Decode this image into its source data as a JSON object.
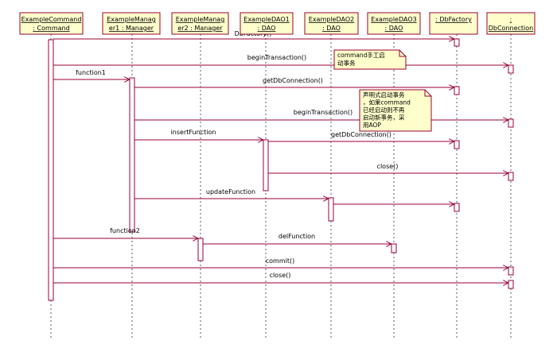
{
  "diagram": {
    "type": "UML sequence diagram",
    "line_color": "#990033",
    "box_fill": "#ffffcc",
    "participants": [
      {
        "id": "cmd",
        "line1": "ExampleCommand",
        "line2": ": Command"
      },
      {
        "id": "mgr1",
        "line1": "ExampleManag",
        "line2": "er1 : Manager"
      },
      {
        "id": "mgr2",
        "line1": "ExampleManag",
        "line2": "er2 : Manager"
      },
      {
        "id": "dao1",
        "line1": "ExampleDAO1",
        "line2": ": DAO"
      },
      {
        "id": "dao2",
        "line1": "ExampleDAO2",
        "line2": ": DAO"
      },
      {
        "id": "dao3",
        "line1": "ExampleDAO3",
        "line2": ": DAO"
      },
      {
        "id": "factory",
        "line1": ": DbFactory",
        "line2": ""
      },
      {
        "id": "conn",
        "line1": ":",
        "line2": "DbConnection"
      }
    ],
    "messages": [
      {
        "from": "cmd",
        "to": "factory",
        "label": "DbFactory()"
      },
      {
        "from": "cmd",
        "to": "conn",
        "label": "beginTransaction()"
      },
      {
        "from": "cmd",
        "to": "mgr1",
        "label": "function1"
      },
      {
        "from": "mgr1",
        "to": "factory",
        "label": "getDbConnection()"
      },
      {
        "from": "mgr1",
        "to": "conn",
        "label": "beginTransaction()"
      },
      {
        "from": "mgr1",
        "to": "dao1",
        "label": "insertFunction"
      },
      {
        "from": "dao1",
        "to": "factory",
        "label": "getDbConnection()"
      },
      {
        "from": "dao1",
        "to": "conn",
        "label": "close()"
      },
      {
        "from": "mgr1",
        "to": "dao2",
        "label": "updateFunction"
      },
      {
        "from": "dao2",
        "to": "factory",
        "label": ""
      },
      {
        "from": "cmd",
        "to": "mgr2",
        "label": "function2"
      },
      {
        "from": "mgr2",
        "to": "dao3",
        "label": "delFunction"
      },
      {
        "from": "cmd",
        "to": "conn",
        "label": "commit()"
      },
      {
        "from": "cmd",
        "to": "conn",
        "label": "close()"
      }
    ],
    "notes": [
      {
        "lines": [
          "command手工启",
          "动事务"
        ]
      },
      {
        "lines": [
          "声明式启动事务",
          "，如果command",
          "已经启动则不再",
          "启动新事务，采",
          "用AOP"
        ]
      }
    ]
  }
}
